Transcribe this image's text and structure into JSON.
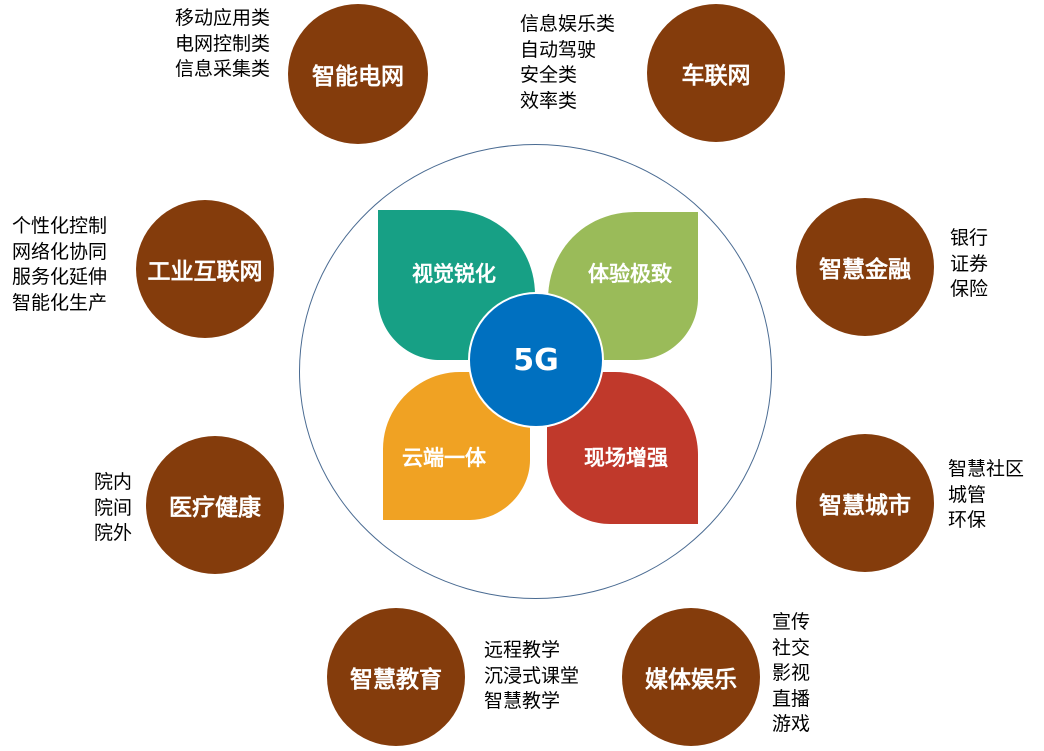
{
  "center": {
    "label": "5G",
    "petals": [
      {
        "label": "视觉锐化",
        "color": "#17a085"
      },
      {
        "label": "体验极致",
        "color": "#9abb59"
      },
      {
        "label": "云端一体",
        "color": "#f0a223"
      },
      {
        "label": "现场增强",
        "color": "#c0392b"
      }
    ]
  },
  "node_color": "#843c0c",
  "hub_color": "#0070c0",
  "nodes": [
    {
      "key": "smart-grid",
      "label": "智能电网",
      "items": [
        "移动应用类",
        "电网控制类",
        "信息采集类"
      ]
    },
    {
      "key": "iov",
      "label": "车联网",
      "items": [
        "信息娱乐类",
        "自动驾驶",
        "安全类",
        "效率类"
      ]
    },
    {
      "key": "industrial-internet",
      "label": "工业互联网",
      "items": [
        "个性化控制",
        "网络化协同",
        "服务化延伸",
        "智能化生产"
      ]
    },
    {
      "key": "smart-finance",
      "label": "智慧金融",
      "items": [
        "银行",
        "证券",
        "保险"
      ]
    },
    {
      "key": "healthcare",
      "label": "医疗健康",
      "items": [
        "院内",
        "院间",
        "院外"
      ]
    },
    {
      "key": "smart-city",
      "label": "智慧城市",
      "items": [
        "智慧社区",
        "城管",
        "环保"
      ]
    },
    {
      "key": "smart-education",
      "label": "智慧教育",
      "items": [
        "远程教学",
        "沉浸式课堂",
        "智慧教学"
      ]
    },
    {
      "key": "media-entertainment",
      "label": "媒体娱乐",
      "items": [
        "宣传",
        "社交",
        "影视",
        "直播",
        "游戏"
      ]
    }
  ]
}
